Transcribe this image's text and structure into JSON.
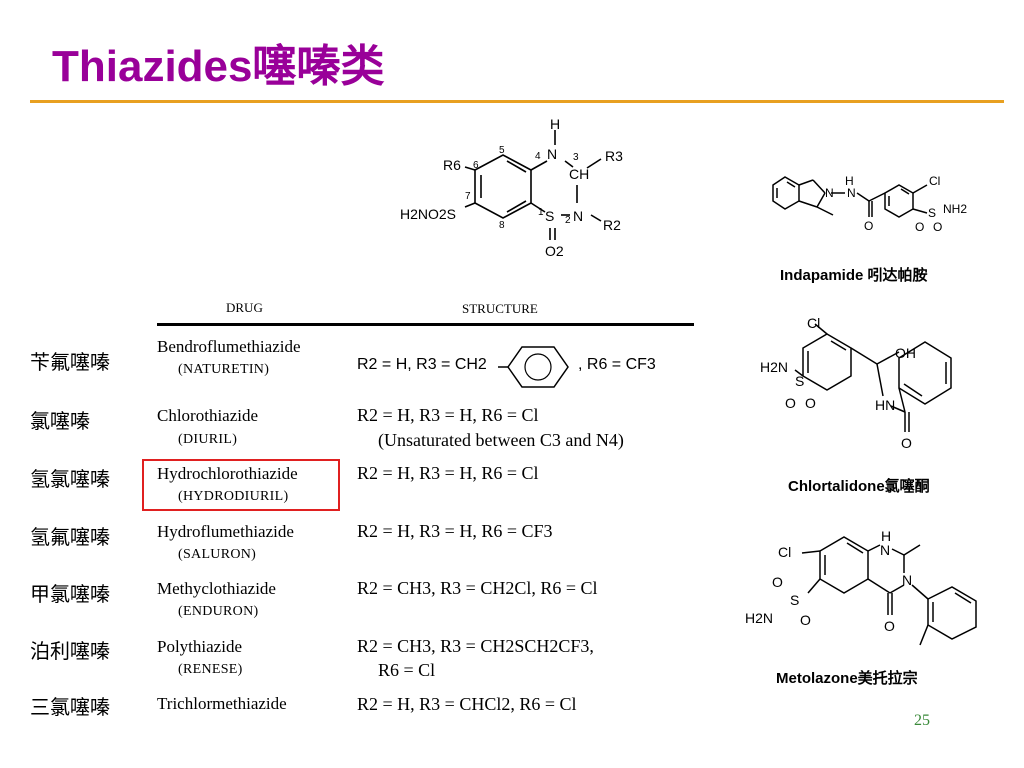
{
  "slide": {
    "title": "Thiazides噻嗪类",
    "page_number": "25"
  },
  "core_structure": {
    "labels": {
      "h_top": "H",
      "n4": "N",
      "num4": "4",
      "num3": "3",
      "ch": "CH",
      "r3": "R3",
      "r6": "R6",
      "num6": "6",
      "num5": "5",
      "num7": "7",
      "num8": "8",
      "num1": "1",
      "s1": "S",
      "n2": "N",
      "num2": "2",
      "r2": "R2",
      "h2no2s": "H2NO2S",
      "o2": "O2"
    }
  },
  "table": {
    "header_drug": "DRUG",
    "header_structure": "STRUCTURE",
    "rows": [
      {
        "cn": "苄氟噻嗪",
        "drug": "Bendroflumethiazide",
        "brand": "(NATURETIN)",
        "structure": "R2 = H, R3 = CH2",
        "structure_tail": ", R6 = CF3"
      },
      {
        "cn": "氯噻嗪",
        "drug": "Chlorothiazide",
        "brand": "(DIURIL)",
        "structure": "R2 = H, R3 = H, R6 = Cl",
        "structure_note": "(Unsaturated between C3 and N4)"
      },
      {
        "cn": "氢氯噻嗪",
        "drug": "Hydrochlorothiazide",
        "brand": "(HYDRODIURIL)",
        "structure": "R2 = H, R3 = H, R6 = Cl"
      },
      {
        "cn": "氢氟噻嗪",
        "drug": "Hydroflumethiazide",
        "brand": "(SALURON)",
        "structure": "R2 = H, R3 = H, R6 = CF3"
      },
      {
        "cn": "甲氯噻嗪",
        "drug": "Methyclothiazide",
        "brand": "(ENDURON)",
        "structure": "R2 = CH3, R3 = CH2Cl, R6 = Cl"
      },
      {
        "cn": "泊利噻嗪",
        "drug": "Polythiazide",
        "brand": "(RENESE)",
        "structure": "R2 = CH3, R3 = CH2SCH2CF3,",
        "structure_note": "R6 = Cl"
      },
      {
        "cn": "三氯噻嗪",
        "drug": "Trichlormethiazide",
        "brand": "",
        "structure": "R2 = H, R3 = CHCl2, R6 = Cl"
      }
    ]
  },
  "side_structures": {
    "indapamide": {
      "caption": "Indapamide 吲达帕胺",
      "labels": {
        "h": "H",
        "n1": "N",
        "n2": "N",
        "o": "O",
        "cl": "Cl",
        "s": "S",
        "nh2": "NH2",
        "o1": "O",
        "o2": "O"
      }
    },
    "chlortalidone": {
      "caption": "Chlortalidone氯噻酮",
      "labels": {
        "cl": "Cl",
        "oh": "OH",
        "h2n": "H2N",
        "s": "S",
        "o1": "O",
        "o2": "O",
        "hn": "HN",
        "o3": "O"
      }
    },
    "metolazone": {
      "caption": "Metolazone美托拉宗",
      "labels": {
        "h": "H",
        "n1": "N",
        "cl": "Cl",
        "o1": "O",
        "s": "S",
        "o2": "O",
        "h2n": "H2N",
        "n2": "N",
        "o3": "O"
      }
    }
  }
}
